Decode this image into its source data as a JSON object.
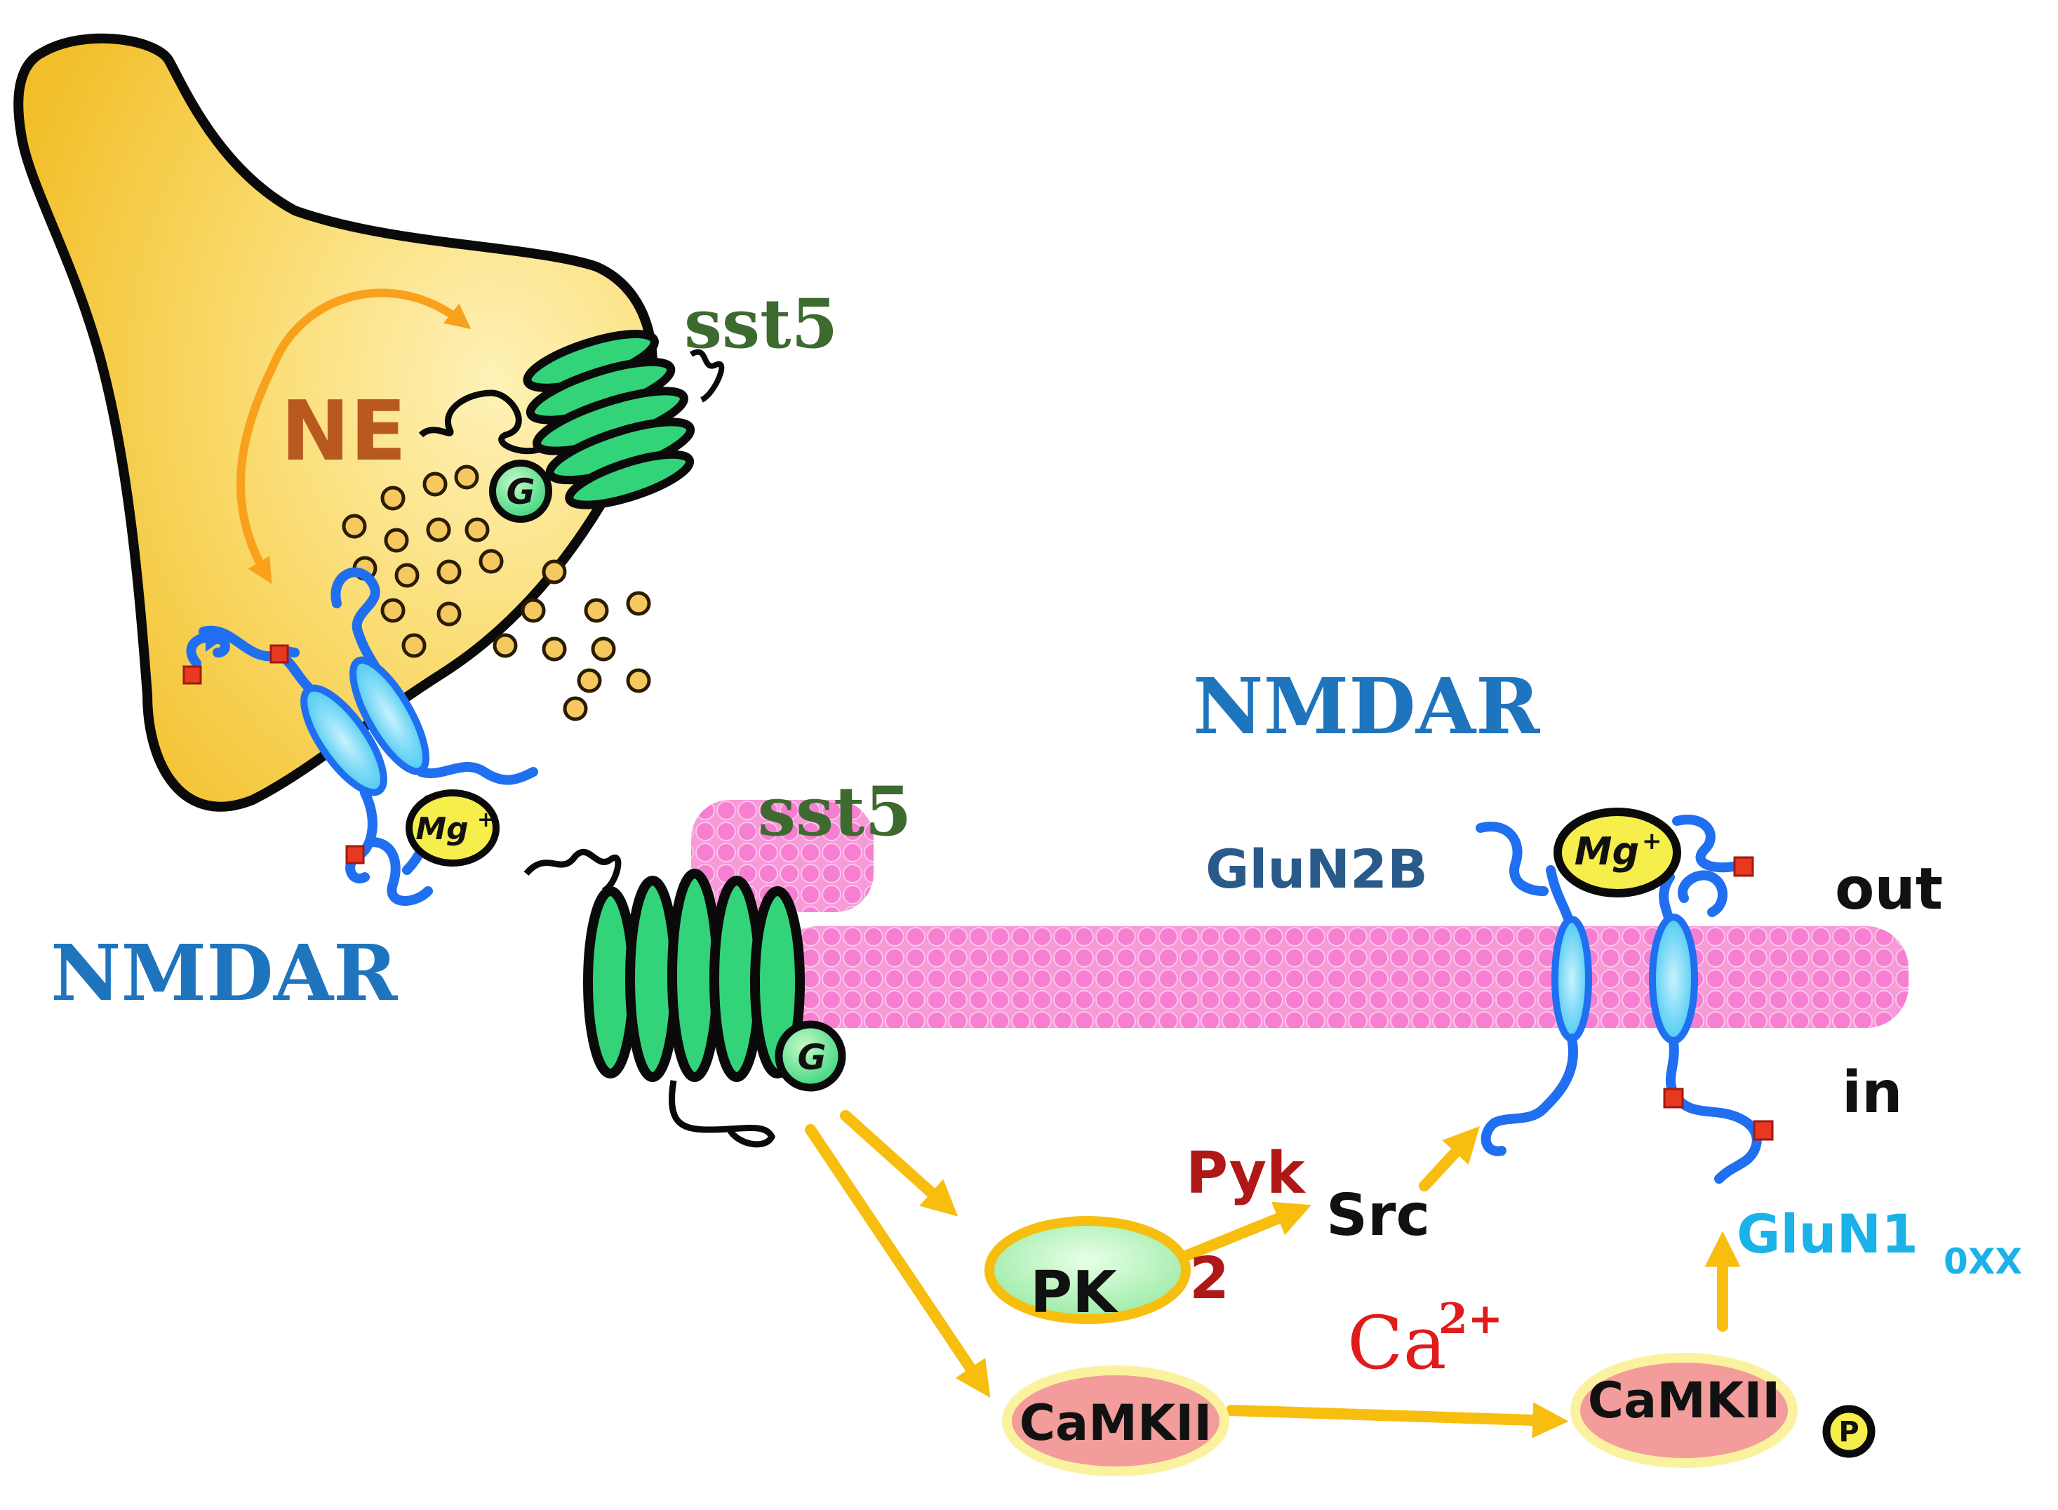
{
  "labels": {
    "sst5_top": "sst5",
    "sst5_membrane": "sst5",
    "ne": "NE",
    "g_protein": "G",
    "mg": "Mg",
    "mg_charge": "+",
    "nmdar_left": "NMDAR",
    "nmdar_right": "NMDAR",
    "glun2b": "GluN2B",
    "out": "out",
    "in": "in",
    "pyk": "Pyk",
    "pyk_2": "2",
    "pk": "PK",
    "src": "Src",
    "glun1": "GluN1",
    "glun1_sub": "0XX",
    "ca": "Ca",
    "ca_sup": "2+",
    "camkii": "CaMKII",
    "camkii_p": "CaMKII",
    "phospho": "P"
  },
  "colors": {
    "terminal": "#f7cf4a",
    "membrane": "#f57ed3",
    "receptor_green": "#33d37a",
    "nmdar_blue": "#1f6ff0",
    "channel_cyan": "#33c6f0",
    "arrow_gold": "#f7be0f",
    "ne_arrow": "#f9a11c",
    "vesicle": "#f5c860",
    "camkii_fill": "#f29c9c",
    "pk_fill": "#a8f0a8",
    "mg_fill": "#f6ee4a",
    "site_red": "#e8381f"
  }
}
